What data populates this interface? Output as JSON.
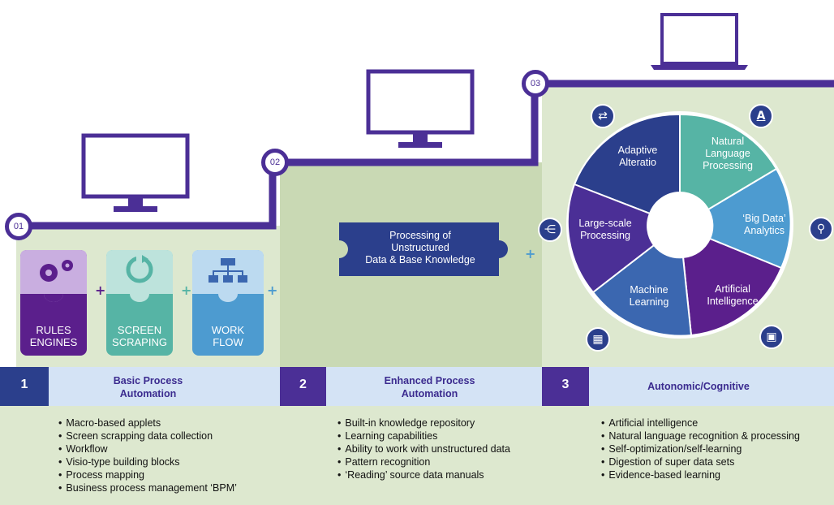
{
  "colors": {
    "purple": "#4b2f96",
    "dark_purple": "#5b1f8c",
    "navy": "#2b3f8c",
    "teal": "#56b4a5",
    "blue": "#4d9bd0",
    "mid_blue": "#3b67b0",
    "light_green": "#dde8cf",
    "mid_green": "#c9d9b4",
    "light_blue": "#d4e3f5"
  },
  "steps": [
    {
      "badge": "01",
      "number": "1",
      "title_line1": "Basic Process",
      "title_line2": "Automation"
    },
    {
      "badge": "02",
      "number": "2",
      "title_line1": "Enhanced Process",
      "title_line2": "Automation"
    },
    {
      "badge": "03",
      "number": "3",
      "title_line1": "Autonomic/Cognitive",
      "title_line2": ""
    }
  ],
  "stage1": {
    "pieces": [
      {
        "line1": "RULES",
        "line2": "ENGINES",
        "icon": "gears-icon"
      },
      {
        "line1": "SCREEN",
        "line2": "SCRAPING",
        "icon": "refresh-icon"
      },
      {
        "line1": "WORK",
        "line2": "FLOW",
        "icon": "flowchart-icon"
      }
    ],
    "plus": "+"
  },
  "stage2": {
    "piece_line1": "Processing of",
    "piece_line2": "Unstructured",
    "piece_line3": "Data & Base Knowledge",
    "plus": "+"
  },
  "stage3": {
    "wheel": {
      "adaptive_1": "Adaptive",
      "adaptive_2": "Alteratio",
      "nlp_1": "Natural",
      "nlp_2": "Language",
      "nlp_3": "Processing",
      "bigdata_1": "‘Big Data’",
      "bigdata_2": "Analytics",
      "ai_1": "Artificial",
      "ai_2": "Intelligence",
      "ml_1": "Machine",
      "ml_2": "Learning",
      "lsp_1": "Large-scale",
      "lsp_2": "Processing"
    },
    "icons": [
      "shuffle-icon",
      "letter-a-icon",
      "magnifier-icon",
      "chip-icon",
      "grid-icon",
      "network-icon"
    ],
    "icon_glyphs": {
      "shuffle": "⇄",
      "letter_a": "A",
      "magnifier": "⚲",
      "chip": "▣",
      "grid": "▦",
      "network": "⋲"
    }
  },
  "bullets": {
    "col1": [
      "Macro-based applets",
      "Screen scrapping data collection",
      "Workflow",
      "Visio-type building blocks",
      "Process mapping",
      "Business process management ‘BPM’"
    ],
    "col2": [
      "Built-in knowledge repository",
      "Learning capabilities",
      "Ability to work with unstructured data",
      "Pattern recognition",
      "‘Reading’ source data manuals"
    ],
    "col3": [
      "Artificial intelligence",
      "Natural language recognition & processing",
      "Self-optimization/self-learning",
      "Digestion of super data sets",
      "Evidence-based learning"
    ]
  }
}
